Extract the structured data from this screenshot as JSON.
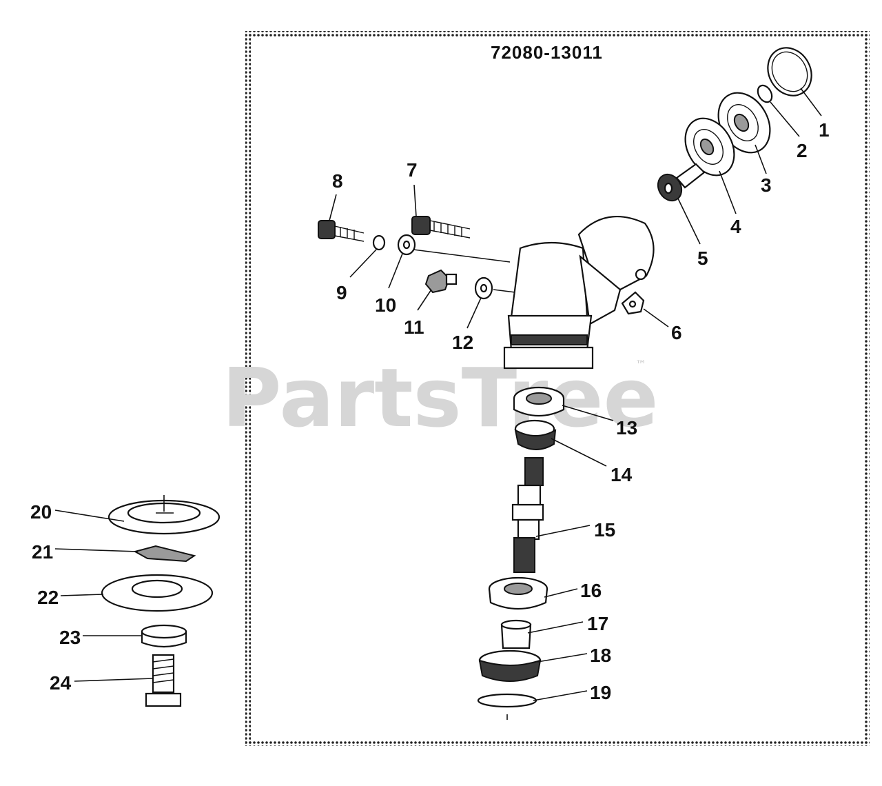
{
  "assembly_number": "72080-13011",
  "watermark": {
    "text": "PartsTree",
    "trademark": "™"
  },
  "callouts": [
    {
      "id": "1",
      "label": "1"
    },
    {
      "id": "2",
      "label": "2"
    },
    {
      "id": "3",
      "label": "3"
    },
    {
      "id": "4",
      "label": "4"
    },
    {
      "id": "5",
      "label": "5"
    },
    {
      "id": "6",
      "label": "6"
    },
    {
      "id": "7",
      "label": "7"
    },
    {
      "id": "8",
      "label": "8"
    },
    {
      "id": "9",
      "label": "9"
    },
    {
      "id": "10",
      "label": "10"
    },
    {
      "id": "11",
      "label": "11"
    },
    {
      "id": "12",
      "label": "12"
    },
    {
      "id": "13",
      "label": "13"
    },
    {
      "id": "14",
      "label": "14"
    },
    {
      "id": "15",
      "label": "15"
    },
    {
      "id": "16",
      "label": "16"
    },
    {
      "id": "17",
      "label": "17"
    },
    {
      "id": "18",
      "label": "18"
    },
    {
      "id": "19",
      "label": "19"
    },
    {
      "id": "20",
      "label": "20"
    },
    {
      "id": "21",
      "label": "21"
    },
    {
      "id": "22",
      "label": "22"
    },
    {
      "id": "23",
      "label": "23"
    },
    {
      "id": "24",
      "label": "24"
    }
  ]
}
